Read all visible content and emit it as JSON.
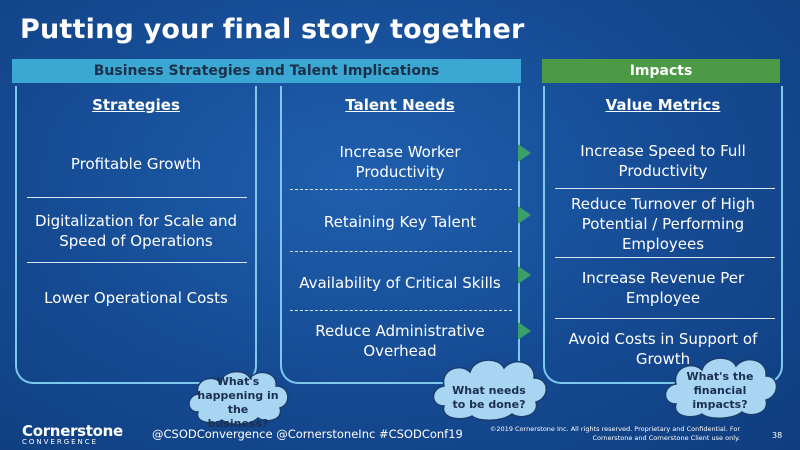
{
  "title": "Putting your final story together",
  "header_bars": {
    "left": "Business Strategies and Talent Implications",
    "right": "Impacts"
  },
  "columns": {
    "strategies": {
      "heading": "Strategies",
      "items": [
        "Profitable Growth",
        "Digitalization for Scale and Speed of Operations",
        "Lower Operational Costs"
      ]
    },
    "talent_needs": {
      "heading": "Talent Needs",
      "items": [
        "Increase Worker Productivity",
        "Retaining Key Talent",
        "Availability of Critical Skills",
        "Reduce Administrative Overhead"
      ]
    },
    "value_metrics": {
      "heading": "Value Metrics",
      "items": [
        "Increase Speed to Full Productivity",
        "Reduce Turnover of High Potential / Performing Employees",
        "Increase Revenue Per Employee",
        "Avoid Costs in Support of Growth"
      ]
    }
  },
  "clouds": {
    "business": "What's happening in the business?",
    "todo": "What needs to be done?",
    "financial": "What's the financial impacts?"
  },
  "footer": {
    "logo_main": "Cornerstone",
    "logo_sub": "CONVERGENCE",
    "handles": "@CSODConvergence   @CornerstoneInc   #CSODConf19",
    "copyright": "©2019 Cornerstone Inc. All rights reserved. Proprietary and Confidential. For Cornerstone and Cornerstone Client use only.",
    "page_number": "38"
  },
  "colors": {
    "background": "#154a92",
    "bar_left": "#3ba7d3",
    "bar_right": "#4c9a45",
    "arrow": "#39a06a",
    "cloud": "#a8d5f2"
  }
}
